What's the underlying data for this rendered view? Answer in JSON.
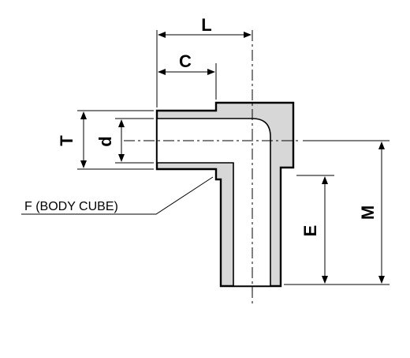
{
  "diagram": {
    "dimension_labels": {
      "L": "L",
      "C": "C",
      "T": "T",
      "d": "d",
      "E": "E",
      "M": "M"
    },
    "callout_label": "F (BODY CUBE)",
    "colors": {
      "body_fill": "#d7d7d7",
      "line": "#000000",
      "background": "#ffffff"
    }
  }
}
